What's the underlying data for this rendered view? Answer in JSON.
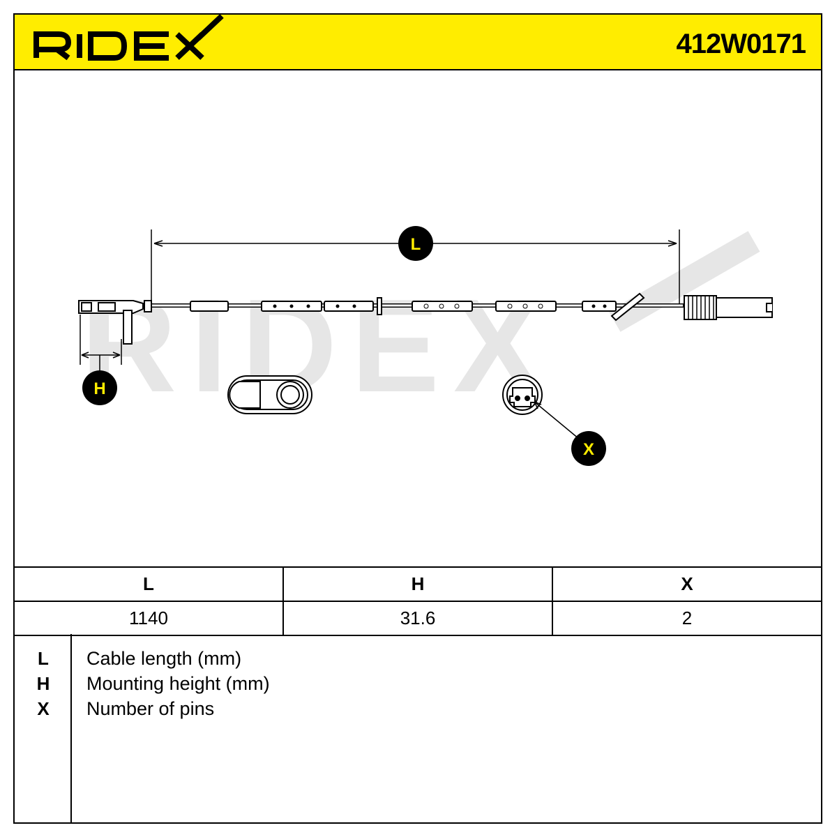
{
  "brand": {
    "name": "RIDEX",
    "part_number": "412W0171",
    "accent_color": "#ffed00"
  },
  "diagram": {
    "markers": {
      "length": "L",
      "height": "H",
      "pins": "X"
    },
    "watermark": "RIDEX"
  },
  "spec_table": {
    "headers": [
      "L",
      "H",
      "X"
    ],
    "values": [
      "1140",
      "31.6",
      "2"
    ]
  },
  "legend": [
    {
      "key": "L",
      "text": "Cable length (mm)"
    },
    {
      "key": "H",
      "text": "Mounting height (mm)"
    },
    {
      "key": "X",
      "text": "Number of pins"
    }
  ]
}
